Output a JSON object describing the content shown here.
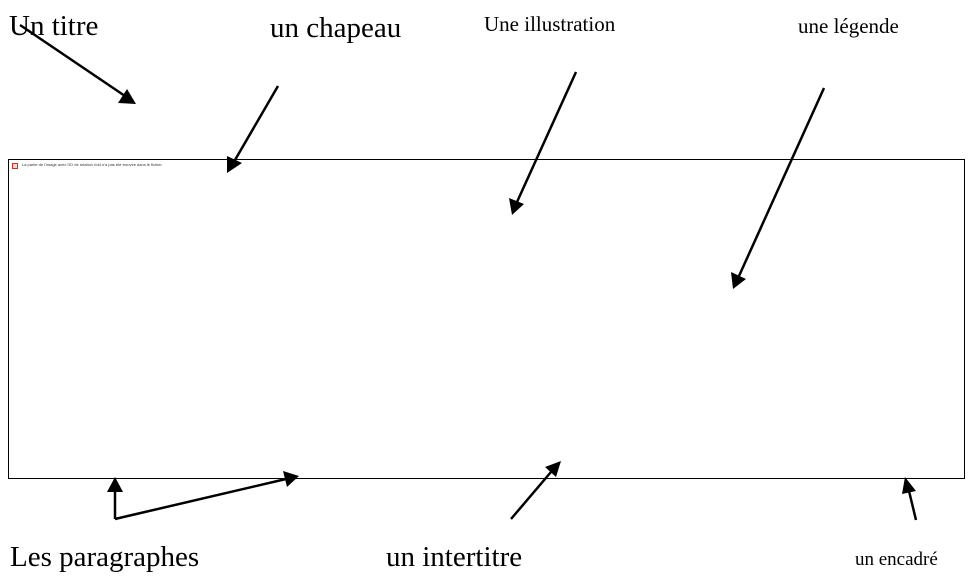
{
  "labels": {
    "titre": "Un titre",
    "chapeau": "un chapeau",
    "illustration": "Une illustration",
    "legende": "une légende",
    "paragraphes": "Les paragraphes",
    "intertitre": "un intertitre",
    "encadre": "un encadré"
  },
  "image_placeholder": {
    "error_text": "La partie de l'image avec l'ID de relation rId4 n'a pas été trouvée dans le fichier."
  },
  "colors": {
    "line": "#000000",
    "background": "#ffffff"
  }
}
